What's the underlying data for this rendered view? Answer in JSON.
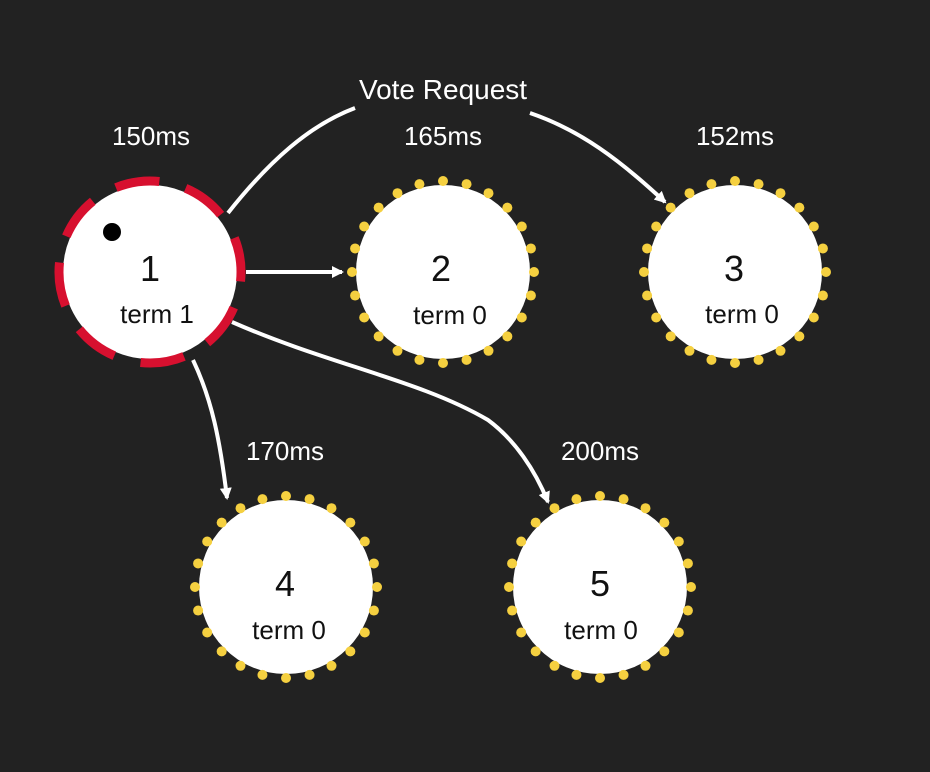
{
  "colors": {
    "background": "#222222",
    "node_fill": "#ffffff",
    "text": "#111111",
    "label": "#ffffff",
    "edge": "#ffffff",
    "candidate_ring": "#d7102f",
    "follower_dots": "#f5d040"
  },
  "edge_label": "Vote Request",
  "nodes": [
    {
      "id": "1",
      "term": "term 1",
      "timer": "150ms",
      "state": "candidate"
    },
    {
      "id": "2",
      "term": "term 0",
      "timer": "165ms",
      "state": "follower"
    },
    {
      "id": "3",
      "term": "term 0",
      "timer": "152ms",
      "state": "follower"
    },
    {
      "id": "4",
      "term": "term 0",
      "timer": "170ms",
      "state": "follower"
    },
    {
      "id": "5",
      "term": "term 0",
      "timer": "200ms",
      "state": "follower"
    }
  ]
}
